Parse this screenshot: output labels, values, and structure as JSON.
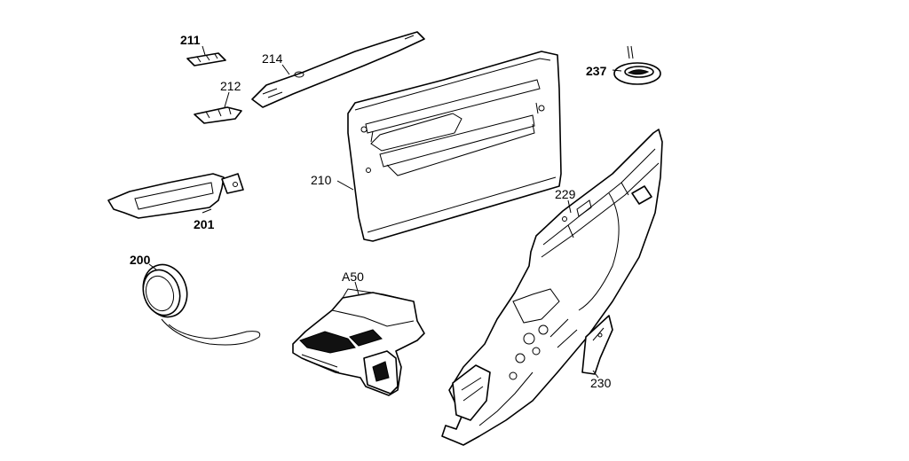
{
  "diagram": {
    "type": "exploded-parts-view",
    "labels": {
      "p211": "211",
      "p214": "214",
      "p212": "212",
      "p237": "237",
      "p210": "210",
      "p229": "229",
      "p201": "201",
      "p200": "200",
      "pA50": "A50",
      "p230": "230"
    }
  }
}
